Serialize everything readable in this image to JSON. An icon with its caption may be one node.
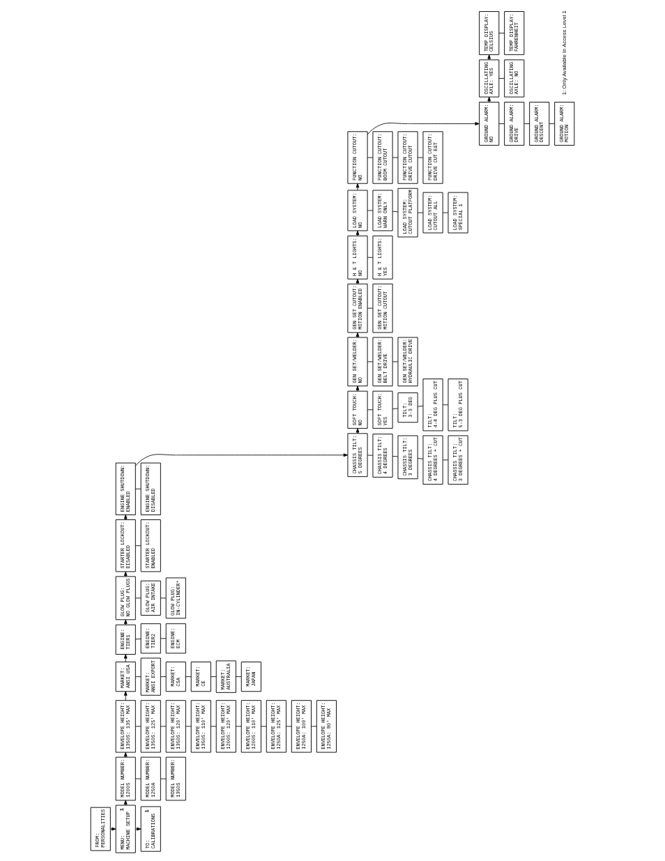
{
  "diagram": {
    "nodes": [
      {
        "text": [
          "FROM: PERSONALITIES"
        ]
      },
      {
        "text": [
          "MENU: MACHINE SETUP",
          "1"
        ]
      },
      {
        "text": [
          "TO: CALIBRATIONS",
          "1"
        ]
      },
      {
        "text": [
          "MODEL NUMBER: 1200S"
        ]
      },
      {
        "text": [
          "MODEL NUMBER: 1250A"
        ]
      },
      {
        "text": [
          "MODEL NUMBER: 1350S"
        ]
      },
      {
        "text": [
          "ENVELOPE HEIGHT: 1350S: 135' MAX"
        ]
      },
      {
        "text": [
          "ENVELOPE HEIGHT: 1350S: 125' MAX"
        ]
      },
      {
        "text": [
          "ENVELOPE HEIGHT: 1350S: 120' MAX"
        ]
      },
      {
        "text": [
          "ENVELOPE HEIGHT: 1350S: 110' MAX"
        ]
      },
      {
        "text": [
          "ENVELOPE HEIGHT: 1200S: 120' MAX"
        ]
      },
      {
        "text": [
          "ENVELOPE HEIGHT: 1200S: 110' MAX"
        ]
      },
      {
        "text": [
          "ENVELOPE HEIGHT: 1250A: 125' MAX"
        ]
      },
      {
        "text": [
          "ENVELOPE HEIGHT: 1250A: 100' MAX"
        ]
      },
      {
        "text": [
          "ENVELOPE HEIGHT: 1250A: 80' MAX"
        ]
      },
      {
        "text": [
          "MARKET: ANSI USA"
        ]
      },
      {
        "text": [
          "MARKET: ANSI EXPORT"
        ]
      },
      {
        "text": [
          "MARKET: CSA"
        ]
      },
      {
        "text": [
          "MARKET: CE"
        ]
      },
      {
        "text": [
          "MARKET: AUSTRALIA"
        ]
      },
      {
        "text": [
          "MARKET: JAPAN"
        ]
      },
      {
        "text": [
          "ENGINE: TIER1"
        ]
      },
      {
        "text": [
          "ENGINE: TIER2"
        ]
      },
      {
        "text": [
          "ENGINE: ECM"
        ]
      },
      {
        "text": [
          "GLOW PLUG: NO GLOW PLUGS"
        ]
      },
      {
        "text": [
          "GLOW PLUG: AIR INTAKE"
        ]
      },
      {
        "text": [
          "GLOW PLUG: IN-CYLINDER*"
        ]
      },
      {
        "text": [
          "STARTER LOCKOUT: DISABLED"
        ]
      },
      {
        "text": [
          "STARTER LOCKOUT: ENABLED"
        ]
      },
      {
        "text": [
          "ENGINE SHUTDOWN: ENABLED"
        ]
      },
      {
        "text": [
          "ENGINE SHUTDOWN: DISABLED"
        ]
      },
      {
        "text": [
          "CHASSIS TILT: 5 DEGREES"
        ]
      },
      {
        "text": [
          "CHASSIS TILT: 4 DEGREES"
        ]
      },
      {
        "text": [
          "CHASSIS TILT: 3 DEGREES"
        ]
      },
      {
        "text": [
          "CHASSIS TILT: 4 DEGREES + CUT"
        ]
      },
      {
        "text": [
          "CHASSIS TILT: 3 DEGREES + CUT"
        ]
      },
      {
        "text": [
          "SOFT TOUCH: NO"
        ]
      },
      {
        "text": [
          "SOFT TOUCH: YES"
        ]
      },
      {
        "text": [
          "TILT: 3-3 DEG"
        ]
      },
      {
        "text": [
          "TILT: 4-4 DEG PLUS CUT"
        ]
      },
      {
        "text": [
          "TILT: 5-3 DEG PLUS CUT"
        ]
      },
      {
        "text": [
          "GEN SET/WELDER: NO"
        ]
      },
      {
        "text": [
          "GEN SET/WELDER: BELT DRIVE"
        ]
      },
      {
        "text": [
          "GEN SET/WELDER: HYDRAULIC DRIVE"
        ]
      },
      {
        "text": [
          "GEN SET CUTOUT: MOTION ENABLED"
        ]
      },
      {
        "text": [
          "GEN SET CUTOUT: MOTION CUTOUT"
        ]
      },
      {
        "text": [
          "H & T LIGHTS: NO"
        ]
      },
      {
        "text": [
          "H & T LIGHTS: YES"
        ]
      },
      {
        "text": [
          "LOAD SYSTEM: NO"
        ]
      },
      {
        "text": [
          "LOAD SYSTEM: WARN ONLY"
        ]
      },
      {
        "text": [
          "LOAD SYSTEM: CUTOUT PLATFORM"
        ]
      },
      {
        "text": [
          "LOAD SYSTEM: CUTOUT ALL"
        ]
      },
      {
        "text": [
          "LOAD SYSTEM: SPECIAL 1"
        ]
      },
      {
        "text": [
          "FUNCTION CUTOUT: NO"
        ]
      },
      {
        "text": [
          "FUNCTION CUTOUT: BOOM CUTOUT"
        ]
      },
      {
        "text": [
          "FUNCTION CUTOUT: DRIVE CUTOUT"
        ]
      },
      {
        "text": [
          "FUNCTION CUTOUT: DRIVE CUT E&T"
        ]
      },
      {
        "text": [
          "GROUND ALARM: NO"
        ]
      },
      {
        "text": [
          "GROUND ALARM: DRIVE"
        ]
      },
      {
        "text": [
          "GROUND ALARM: DESCENT"
        ]
      },
      {
        "text": [
          "GROUND ALARM: MOTION"
        ]
      },
      {
        "text": [
          "OSCILLATING AXLE: YES"
        ]
      },
      {
        "text": [
          "OSCILLATING AXLE: NO"
        ]
      },
      {
        "text": [
          "TEMP DISPLAY: CELSIUS"
        ]
      },
      {
        "text": [
          "TEMP DISPLAY: FAHRENHEIT"
        ]
      }
    ],
    "edges": [
      {
        "from": 0,
        "to": 1,
        "arrow": "to"
      },
      {
        "from": 1,
        "to": 2,
        "arrow": "to"
      },
      {
        "from": 1,
        "to": 3,
        "arrow": "to"
      },
      {
        "from": 3,
        "to": 4,
        "arrow": "none"
      },
      {
        "from": 4,
        "to": 5,
        "arrow": "none"
      },
      {
        "from": 3,
        "to": 6,
        "arrow": "to"
      },
      {
        "from": 6,
        "to": 7,
        "arrow": "none"
      },
      {
        "from": 7,
        "to": 8,
        "arrow": "none"
      },
      {
        "from": 8,
        "to": 9,
        "arrow": "none"
      },
      {
        "from": 9,
        "to": 10,
        "arrow": "none"
      },
      {
        "from": 10,
        "to": 11,
        "arrow": "none"
      },
      {
        "from": 11,
        "to": 12,
        "arrow": "none"
      },
      {
        "from": 12,
        "to": 13,
        "arrow": "none"
      },
      {
        "from": 13,
        "to": 14,
        "arrow": "none"
      },
      {
        "from": 6,
        "to": 15,
        "arrow": "to"
      },
      {
        "from": 15,
        "to": 16,
        "arrow": "none"
      },
      {
        "from": 16,
        "to": 17,
        "arrow": "none"
      },
      {
        "from": 17,
        "to": 18,
        "arrow": "none"
      },
      {
        "from": 18,
        "to": 19,
        "arrow": "none"
      },
      {
        "from": 19,
        "to": 20,
        "arrow": "none"
      },
      {
        "from": 15,
        "to": 21,
        "arrow": "to"
      },
      {
        "from": 21,
        "to": 22,
        "arrow": "none"
      },
      {
        "from": 22,
        "to": 23,
        "arrow": "none"
      },
      {
        "from": 21,
        "to": 24,
        "arrow": "to"
      },
      {
        "from": 24,
        "to": 25,
        "arrow": "none"
      },
      {
        "from": 25,
        "to": 26,
        "arrow": "none"
      },
      {
        "from": 24,
        "to": 27,
        "arrow": "to"
      },
      {
        "from": 27,
        "to": 28,
        "arrow": "none"
      },
      {
        "from": 27,
        "to": 29,
        "arrow": "to"
      },
      {
        "from": 29,
        "to": 30,
        "arrow": "none"
      },
      {
        "from": 29,
        "to": 31,
        "arrow": "to"
      },
      {
        "from": 31,
        "to": 32,
        "arrow": "none"
      },
      {
        "from": 32,
        "to": 33,
        "arrow": "none"
      },
      {
        "from": 33,
        "to": 34,
        "arrow": "none"
      },
      {
        "from": 34,
        "to": 35,
        "arrow": "none"
      },
      {
        "from": 31,
        "to": 36,
        "arrow": "to"
      },
      {
        "from": 36,
        "to": 37,
        "arrow": "none"
      },
      {
        "from": 37,
        "to": 38,
        "arrow": "none"
      },
      {
        "from": 38,
        "to": 39,
        "arrow": "none"
      },
      {
        "from": 39,
        "to": 40,
        "arrow": "none"
      },
      {
        "from": 36,
        "to": 41,
        "arrow": "to"
      },
      {
        "from": 41,
        "to": 42,
        "arrow": "none"
      },
      {
        "from": 42,
        "to": 43,
        "arrow": "none"
      },
      {
        "from": 41,
        "to": 44,
        "arrow": "to"
      },
      {
        "from": 44,
        "to": 45,
        "arrow": "none"
      },
      {
        "from": 44,
        "to": 46,
        "arrow": "to"
      },
      {
        "from": 46,
        "to": 47,
        "arrow": "none"
      },
      {
        "from": 46,
        "to": 48,
        "arrow": "to"
      },
      {
        "from": 48,
        "to": 49,
        "arrow": "none"
      },
      {
        "from": 49,
        "to": 50,
        "arrow": "none"
      },
      {
        "from": 50,
        "to": 51,
        "arrow": "none"
      },
      {
        "from": 51,
        "to": 52,
        "arrow": "none"
      },
      {
        "from": 48,
        "to": 53,
        "arrow": "to"
      },
      {
        "from": 53,
        "to": 54,
        "arrow": "none"
      },
      {
        "from": 54,
        "to": 55,
        "arrow": "none"
      },
      {
        "from": 55,
        "to": 56,
        "arrow": "none"
      },
      {
        "from": 53,
        "to": 57,
        "arrow": "to"
      },
      {
        "from": 57,
        "to": 58,
        "arrow": "none"
      },
      {
        "from": 58,
        "to": 59,
        "arrow": "none"
      },
      {
        "from": 59,
        "to": 60,
        "arrow": "none"
      },
      {
        "from": 57,
        "to": 61,
        "arrow": "to"
      },
      {
        "from": 61,
        "to": 62,
        "arrow": "none"
      },
      {
        "from": 61,
        "to": 63,
        "arrow": "to"
      },
      {
        "from": 63,
        "to": 64,
        "arrow": "none"
      }
    ],
    "labels": [
      "1: Only Available In Access Level 1"
    ]
  }
}
